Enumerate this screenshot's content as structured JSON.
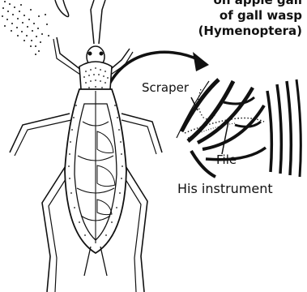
{
  "gall_label": {
    "line1": "on apple gall",
    "line2": "of gall wasp",
    "line3": "(Hymenoptera)"
  },
  "instrument": {
    "scraper_label": "Scraper",
    "file_label": "File",
    "caption": "His instrument"
  },
  "colors": {
    "ink": "#111111",
    "background": "#ffffff"
  }
}
